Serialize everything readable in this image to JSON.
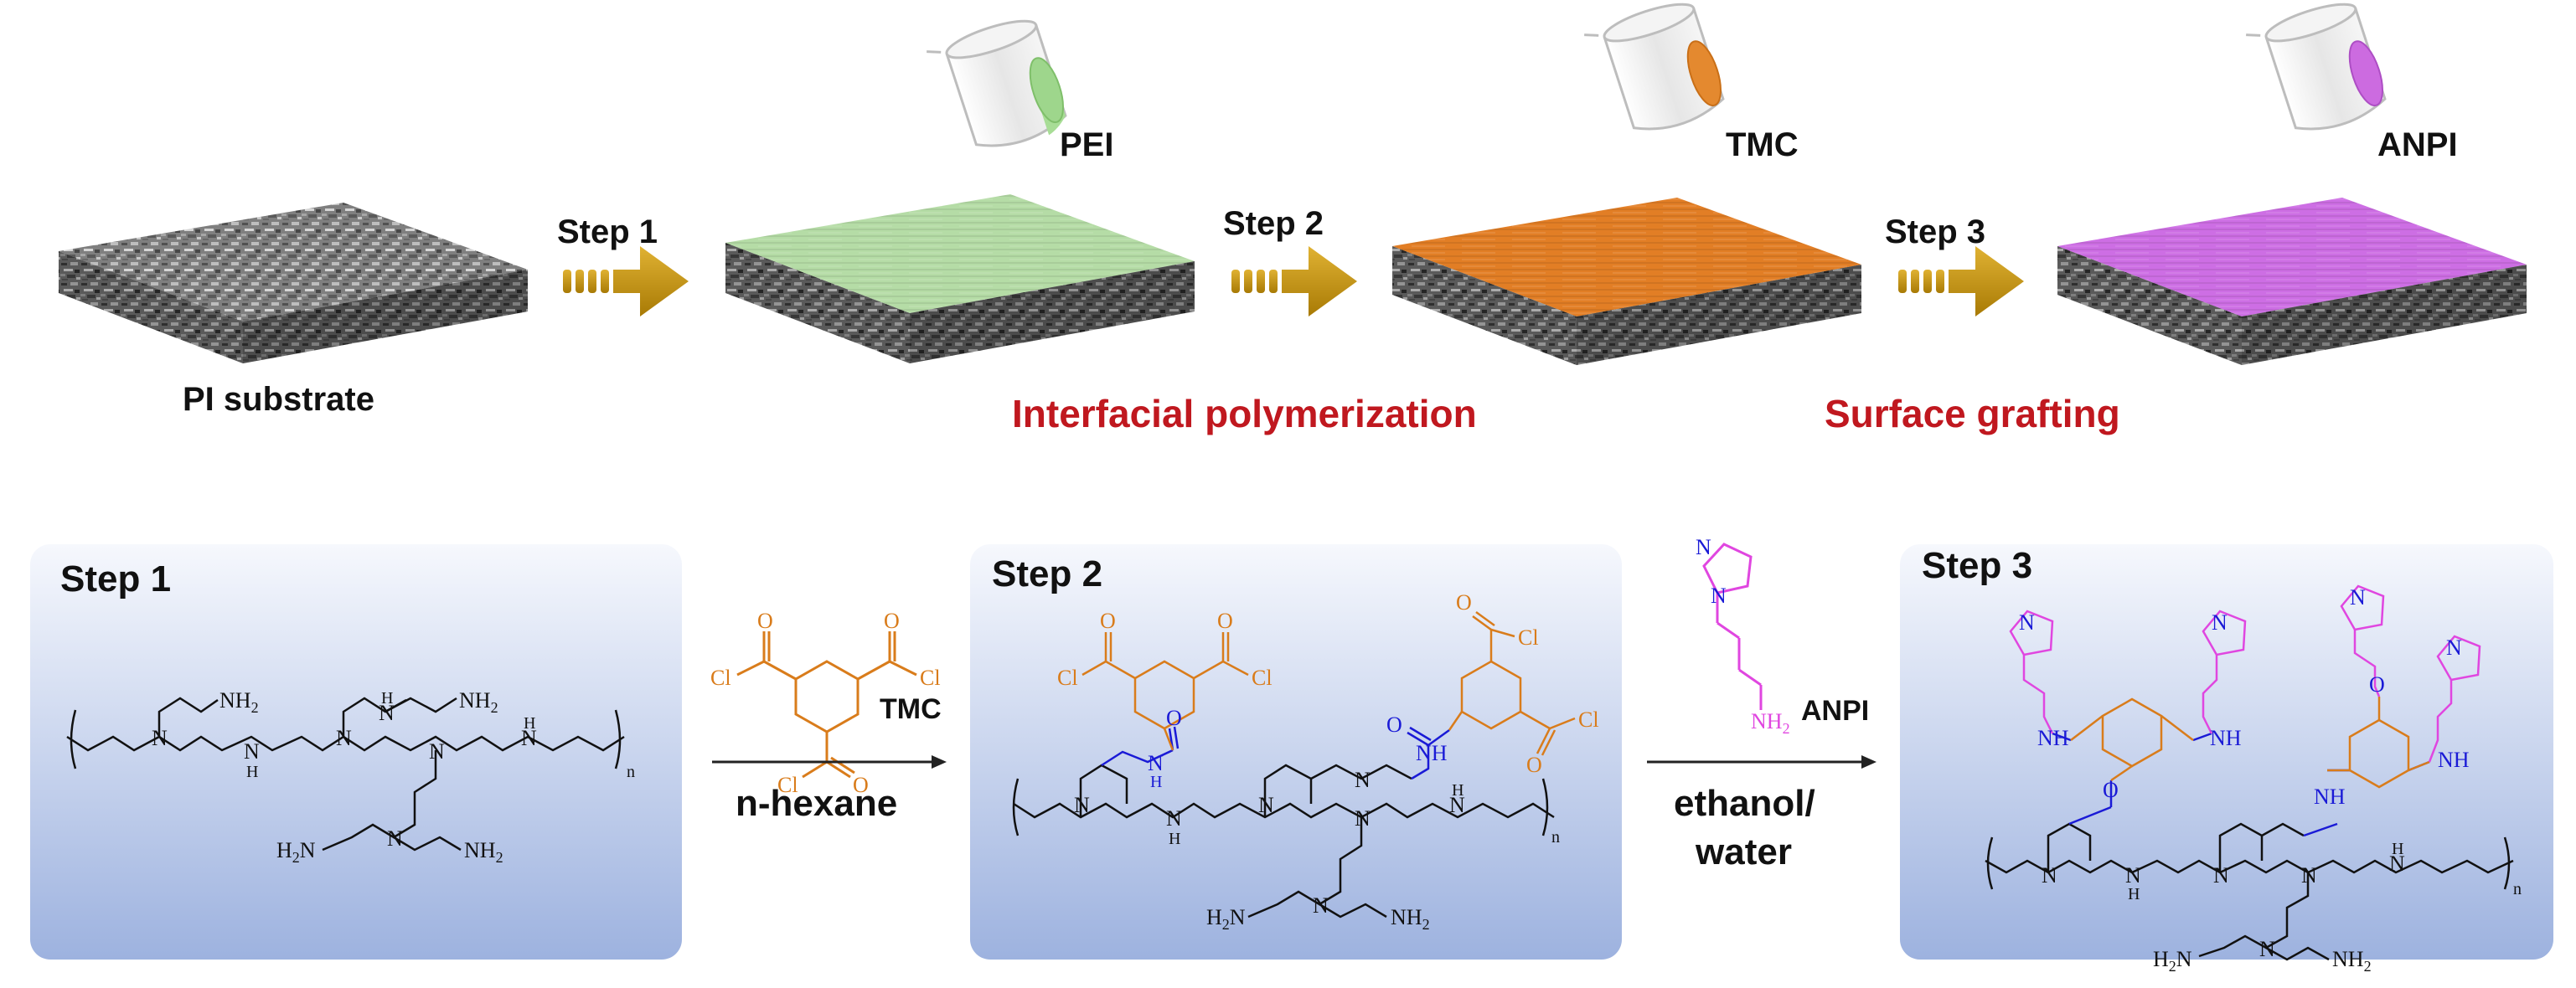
{
  "top_row": {
    "substrate_label": "PI substrate",
    "steps": [
      {
        "arrow_label": "Step 1",
        "reagent": "PEI",
        "color": "#9ed68c"
      },
      {
        "arrow_label": "Step 2",
        "reagent": "TMC",
        "color": "#e4892f"
      },
      {
        "arrow_label": "Step 3",
        "reagent": "ANPI",
        "color": "#cc6be0"
      }
    ],
    "process_labels": [
      "Interfacial polymerization",
      "Surface grafting"
    ]
  },
  "bottom_row": {
    "panels": [
      {
        "title": "Step 1"
      },
      {
        "title": "Step 2"
      },
      {
        "title": "Step 3"
      }
    ],
    "reaction1": {
      "reagent": "TMC",
      "condition": "n-hexane"
    },
    "reaction2": {
      "reagent": "ANPI",
      "condition_line1": "ethanol/",
      "condition_line2": "water"
    }
  },
  "chem": {
    "nh2": "NH",
    "sub2": "2",
    "h2": "H",
    "n": "N",
    "h": "H",
    "nh": "NH",
    "cl": "Cl",
    "o": "O",
    "repeat_n": "n"
  },
  "colors": {
    "tmc_orange": "#d97c1b",
    "amide_blue": "#1a1ad6",
    "anpi_magenta": "#e046e0",
    "arrow_gold": "#c8960a",
    "process_red": "#c0181f",
    "panel_top": "#f6f8fd",
    "panel_bottom": "#9db2df"
  }
}
